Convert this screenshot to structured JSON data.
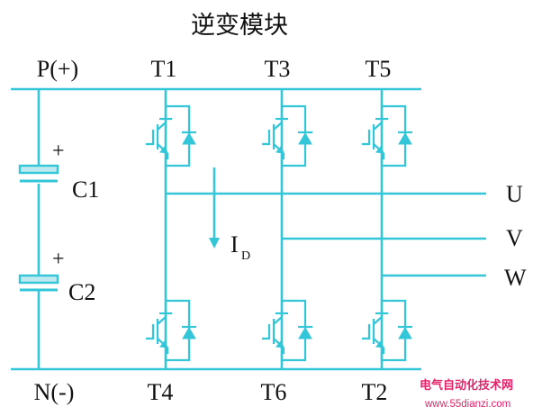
{
  "title": "逆变模块",
  "labels": {
    "p_plus": "P(+)",
    "n_minus": "N(-)",
    "c1": "C1",
    "c2": "C2",
    "plus1": "+",
    "plus2": "+",
    "t1": "T1",
    "t3": "T3",
    "t5": "T5",
    "t4": "T4",
    "t6": "T6",
    "t2": "T2",
    "u": "U",
    "v": "V",
    "w": "W",
    "id_main": "I",
    "id_sub": "D"
  },
  "watermark": {
    "line1": "电气自动化技术网",
    "line2": "www.55dianzi.com"
  },
  "colors": {
    "wire": "#33c6d9",
    "text": "#111111",
    "watermark": "#e0246a",
    "cap_fill": "#bfe9f0"
  }
}
